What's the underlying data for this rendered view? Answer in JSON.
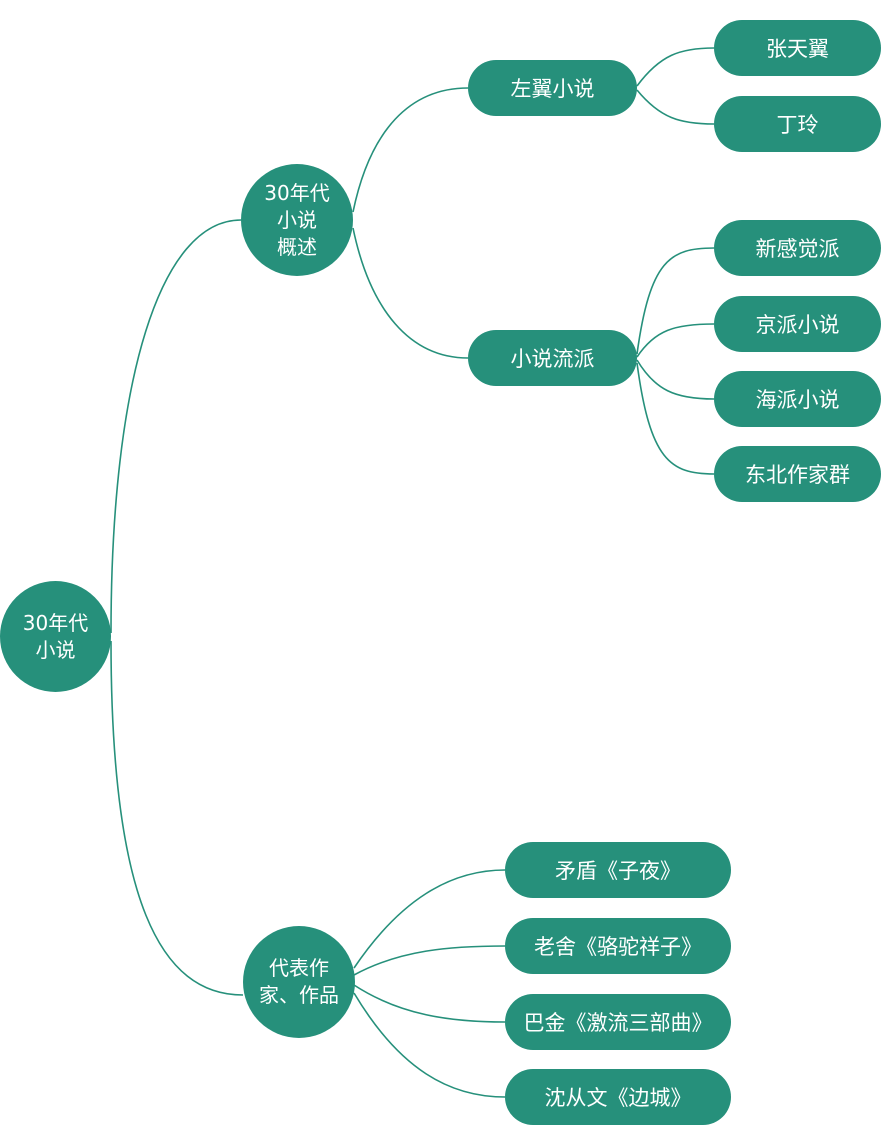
{
  "root": {
    "lines": [
      "30年代",
      "小说"
    ]
  },
  "overview": {
    "lines": [
      "30年代",
      "小说",
      "概述"
    ],
    "leftwing": {
      "label": "左翼小说",
      "children": [
        "张天翼",
        "丁玲"
      ]
    },
    "schools": {
      "label": "小说流派",
      "children": [
        "新感觉派",
        "京派小说",
        "海派小说",
        "东北作家群"
      ]
    }
  },
  "representatives": {
    "lines": [
      "代表作",
      "家、作品"
    ],
    "children": [
      "矛盾《子夜》",
      "老舍《骆驼祥子》",
      "巴金《激流三部曲》",
      "沈从文《边城》"
    ]
  },
  "colors": {
    "node": "#26907B",
    "text": "#FFFFFF",
    "edge": "#26907B"
  }
}
